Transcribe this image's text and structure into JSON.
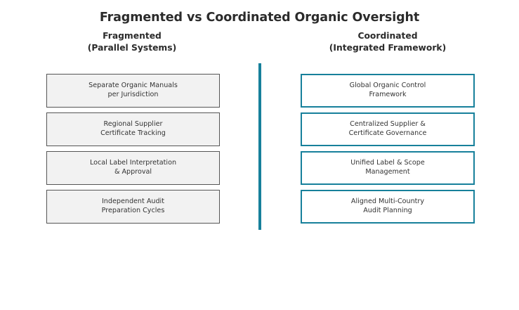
{
  "title": "Fragmented vs Coordinated Organic Oversight",
  "colors": {
    "accent_teal": "#17809b",
    "fragmented_fill": "#f2f2f2",
    "fragmented_border": "#555555",
    "coordinated_fill": "#ffffff",
    "title_text": "#2b2b2b",
    "node_text": "#333333",
    "background": "#ffffff"
  },
  "columns": [
    {
      "id": "fragmented",
      "header_line1": "Fragmented",
      "header_line2": "(Parallel Systems)",
      "nodes": [
        {
          "line1": "Separate Organic Manuals",
          "line2": "per Jurisdiction"
        },
        {
          "line1": "Regional Supplier",
          "line2": "Certificate Tracking"
        },
        {
          "line1": "Local Label Interpretation",
          "line2": "& Approval"
        },
        {
          "line1": "Independent Audit",
          "line2": "Preparation Cycles"
        }
      ]
    },
    {
      "id": "coordinated",
      "header_line1": "Coordinated",
      "header_line2": "(Integrated Framework)",
      "nodes": [
        {
          "line1": "Global Organic Control",
          "line2": "Framework"
        },
        {
          "line1": "Centralized Supplier &",
          "line2": "Certificate Governance"
        },
        {
          "line1": "Unified Label & Scope",
          "line2": "Management"
        },
        {
          "line1": "Aligned Multi-Country",
          "line2": "Audit Planning"
        }
      ]
    }
  ],
  "divider": {
    "name": "vertical-separator"
  }
}
